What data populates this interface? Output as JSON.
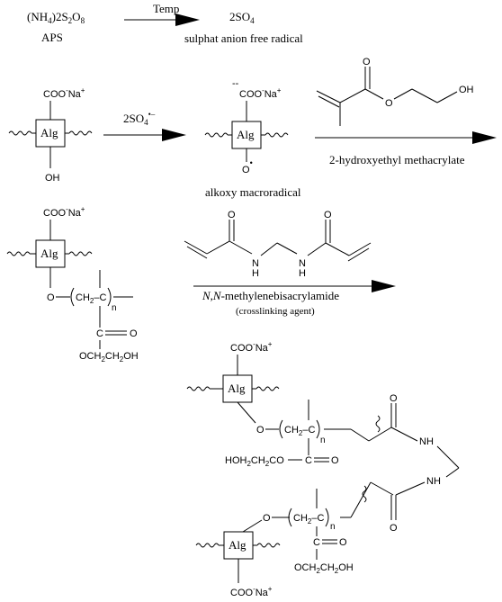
{
  "step1": {
    "reagent_formula": "(NH4)2S2O8",
    "reagent_name": "APS",
    "condition": "Temp",
    "product": "2SO4",
    "product_name": "sulphat anion free radical"
  },
  "step2": {
    "backbone_label": "Alg",
    "carboxylate": "COO⁻Na⁺",
    "hydroxyl": "OH",
    "reagent": "2SO4",
    "radical_name": "alkoxy macroradical",
    "monomer_label_o": "O",
    "monomer_label_oh": "OH",
    "monomer_name": "2-hydroxyethyl methacrylate"
  },
  "step3": {
    "backbone_label": "Alg",
    "carboxylate": "COO⁻Na⁺",
    "oxygen": "O",
    "repeat_unit": "CH2–C",
    "subscript_n": "n",
    "carbonyl_o": "O",
    "ester_group": "OCH2CH2OH",
    "crosslinker_o": "O",
    "crosslinker_nh": "H",
    "crosslinker_n": "N",
    "crosslinker_name": "N,N-methylenebisacrylamide",
    "crosslinker_role": "(crosslinking agent)"
  },
  "product": {
    "backbone_label": "Alg",
    "carboxylate": "COO⁻Na⁺",
    "oxygen": "O",
    "repeat_unit": "CH2–C",
    "subscript_n": "n",
    "carbonyl_o": "O",
    "amide_nh": "NH",
    "ester_left": "HOH2CH2CO",
    "ester_right": "OCH2CH2OH"
  }
}
